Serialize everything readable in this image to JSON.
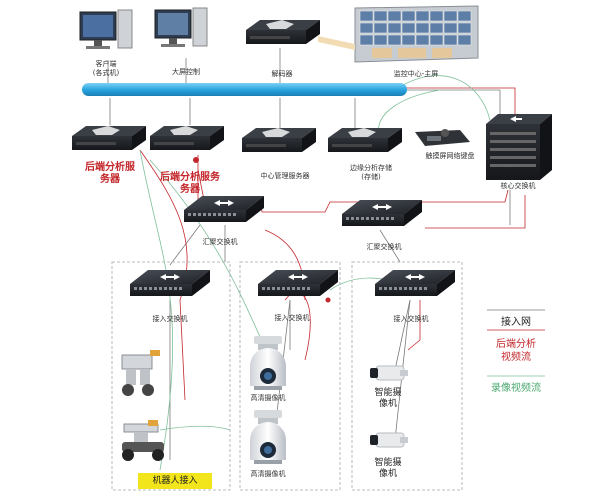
{
  "labels": {
    "client": "客户端\n(各式机)",
    "bigscreen": "大屏控制",
    "decoder": "解码器",
    "monitor_center": "监控中心-主屏",
    "backend_server_1": "后端分析服\n务器",
    "backend_server_2": "后端分析服务\n务器",
    "central_mgmt": "中心管理服务器",
    "edge_storage": "边缘分析存储\n(存储)",
    "keyboard": "触摸屏网络键盘",
    "core_switch": "核心交换机",
    "agg_switch_1": "汇聚交换机",
    "agg_switch_2": "汇聚交换机",
    "access_switch_1": "接入交换机",
    "access_switch_2": "接入交换机",
    "access_switch_3": "接入交换机",
    "hd_camera_1": "高清摄像机",
    "hd_camera_2": "高清摄像机",
    "smart_camera_1": "智能摄\n像机",
    "smart_camera_2": "智能摄\n像机",
    "robot_access": "机器人接入"
  },
  "legend": {
    "access_net": "接入网",
    "analysis_stream": "后端分析\n视频流",
    "record_stream": "录像视频流"
  },
  "colors": {
    "backbone": "#2aa6e0",
    "access_line": "#7a7a7a",
    "analysis_line": "#c3272b",
    "record_line": "#7fbf9a",
    "device_dark": "#2a2d33",
    "robot_tag": "#f2e51b"
  }
}
